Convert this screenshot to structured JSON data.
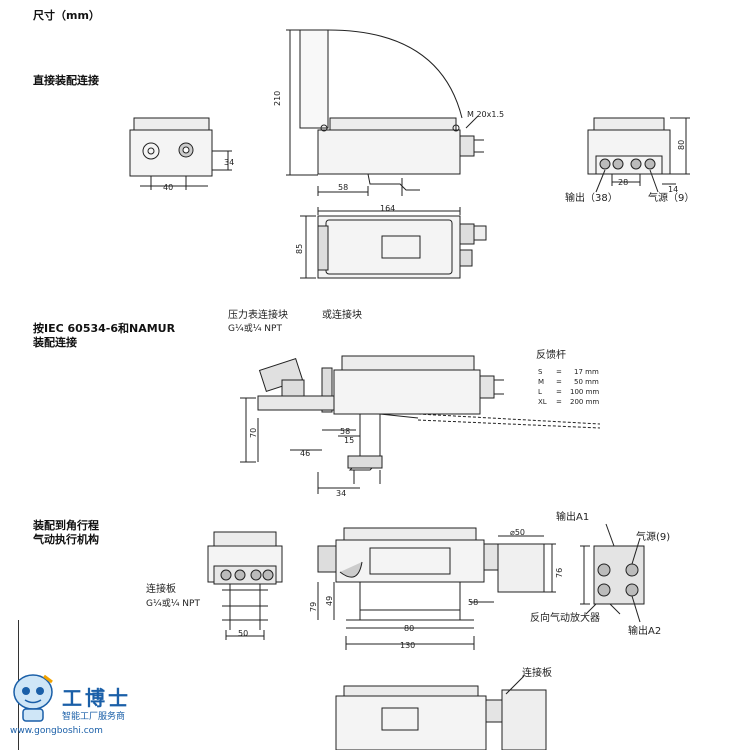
{
  "headings": {
    "dimensions": "尺寸（mm）",
    "direct_mount": "直接装配连接",
    "iec_mount_line1": "按IEC 60534-6和NAMUR",
    "iec_mount_line2": "装配连接",
    "rotary_line1": "装配到角行程",
    "rotary_line2": "气动执行机构"
  },
  "section1": {
    "dim_210": "210",
    "thread": "M 20x1.5",
    "dim_34": "34",
    "dim_40": "40",
    "dim_58": "58",
    "dim_164": "164",
    "dim_85": "85",
    "dim_80": "80",
    "dim_28": "28",
    "dim_14": "14",
    "output_38": "输出（38）",
    "supply_9": "气源（9）"
  },
  "section2": {
    "gauge_block": "压力表连接块",
    "gauge_thread": "G¼或¼ NPT",
    "or_block": "或连接块",
    "feedback_lever": "反馈杆",
    "lever_sizes": [
      {
        "code": "S",
        "value": "17 mm"
      },
      {
        "code": "M",
        "value": "50 mm"
      },
      {
        "code": "L",
        "value": "100 mm"
      },
      {
        "code": "XL",
        "value": "200 mm"
      }
    ],
    "dim_58": "58",
    "dim_15": "15",
    "dim_70": "70",
    "dim_46": "46",
    "dim_34": "34"
  },
  "section3": {
    "connecting_plate": "连接板",
    "plate_thread": "G¼或¼ NPT",
    "dim_50": "50",
    "dim_phi50": "⌀50",
    "dim_76": "76",
    "dim_79": "79",
    "dim_49": "49",
    "dim_58": "58",
    "dim_80": "80",
    "dim_130": "130",
    "output_a1": "输出A1",
    "supply_9": "气源(9)",
    "reverse_amplifier": "反向气动放大器",
    "output_a2": "输出A2"
  },
  "section4": {
    "connecting_plate": "连接板"
  },
  "logo": {
    "name": "工博士",
    "subtitle": "智能工厂服务商",
    "url": "www.gongboshi.com"
  }
}
